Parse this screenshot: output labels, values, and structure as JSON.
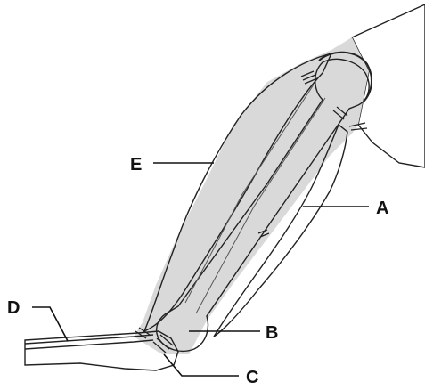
{
  "diagram": {
    "labels": {
      "A": "A",
      "B": "B",
      "C": "C",
      "D": "D",
      "E": "E"
    },
    "colors": {
      "bone_fill": "#d9d9d9",
      "muscle_fill": "#ffffff",
      "stipple": "#333333",
      "outline": "#222222"
    }
  }
}
